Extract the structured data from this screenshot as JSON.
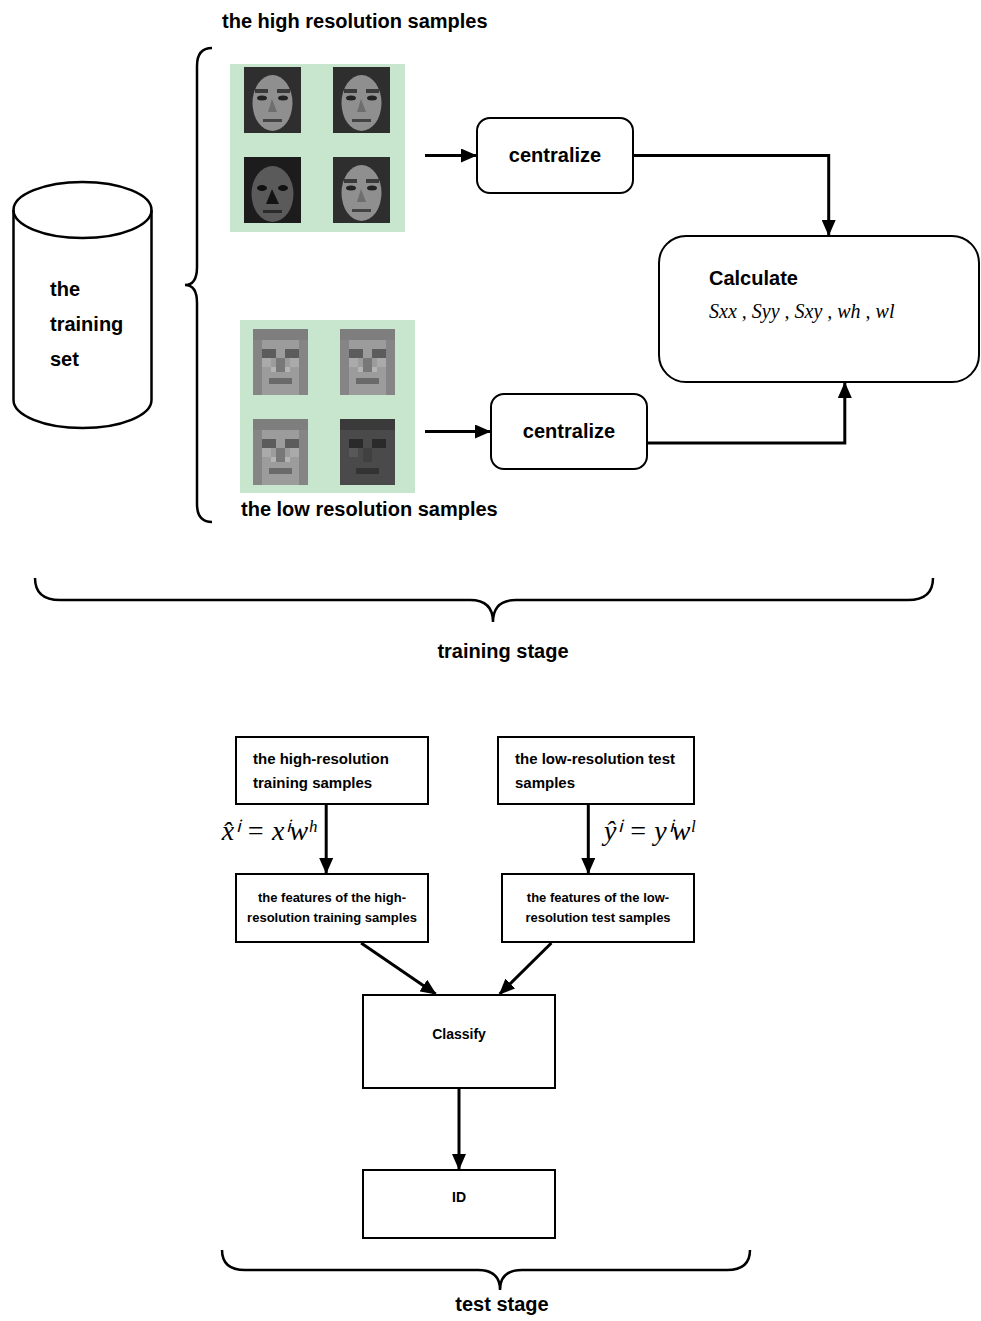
{
  "diagram": {
    "nodes": [
      {
        "text": [
          "the high resolution samples"
        ]
      },
      {
        "text": [
          "the training set"
        ]
      },
      {
        "text": [
          "centralize"
        ]
      },
      {
        "text": [
          "Calculate",
          "Sxx , Syy , Sxy , wh , wl"
        ]
      },
      {
        "text": [
          "the low resolution samples"
        ]
      },
      {
        "text": [
          "centralize"
        ]
      },
      {
        "text": [
          "the high-resolution training samples"
        ]
      },
      {
        "text": [
          "the low-resolution test samples"
        ]
      },
      {
        "text": [
          "the features of the high-resolution training samples"
        ]
      },
      {
        "text": [
          "the features of the low-resolution test samples"
        ]
      },
      {
        "text": [
          "Classify"
        ]
      },
      {
        "text": [
          "ID"
        ]
      }
    ],
    "edges": [
      {
        "from": 0,
        "to": 2,
        "arrow": "to"
      },
      {
        "from": 4,
        "to": 5,
        "arrow": "to"
      },
      {
        "from": 2,
        "to": 3,
        "arrow": "to"
      },
      {
        "from": 5,
        "to": 3,
        "arrow": "to"
      },
      {
        "from": 6,
        "to": 8,
        "label": "x̂ⁱ = xⁱwʰ",
        "arrow": "to"
      },
      {
        "from": 7,
        "to": 9,
        "label": "ŷⁱ = yⁱwˡ",
        "arrow": "to"
      },
      {
        "from": 8,
        "to": 10,
        "arrow": "to"
      },
      {
        "from": 9,
        "to": 10,
        "arrow": "to"
      },
      {
        "from": 10,
        "to": 11,
        "arrow": "to"
      }
    ],
    "labels": [
      "training stage",
      "test stage"
    ]
  }
}
